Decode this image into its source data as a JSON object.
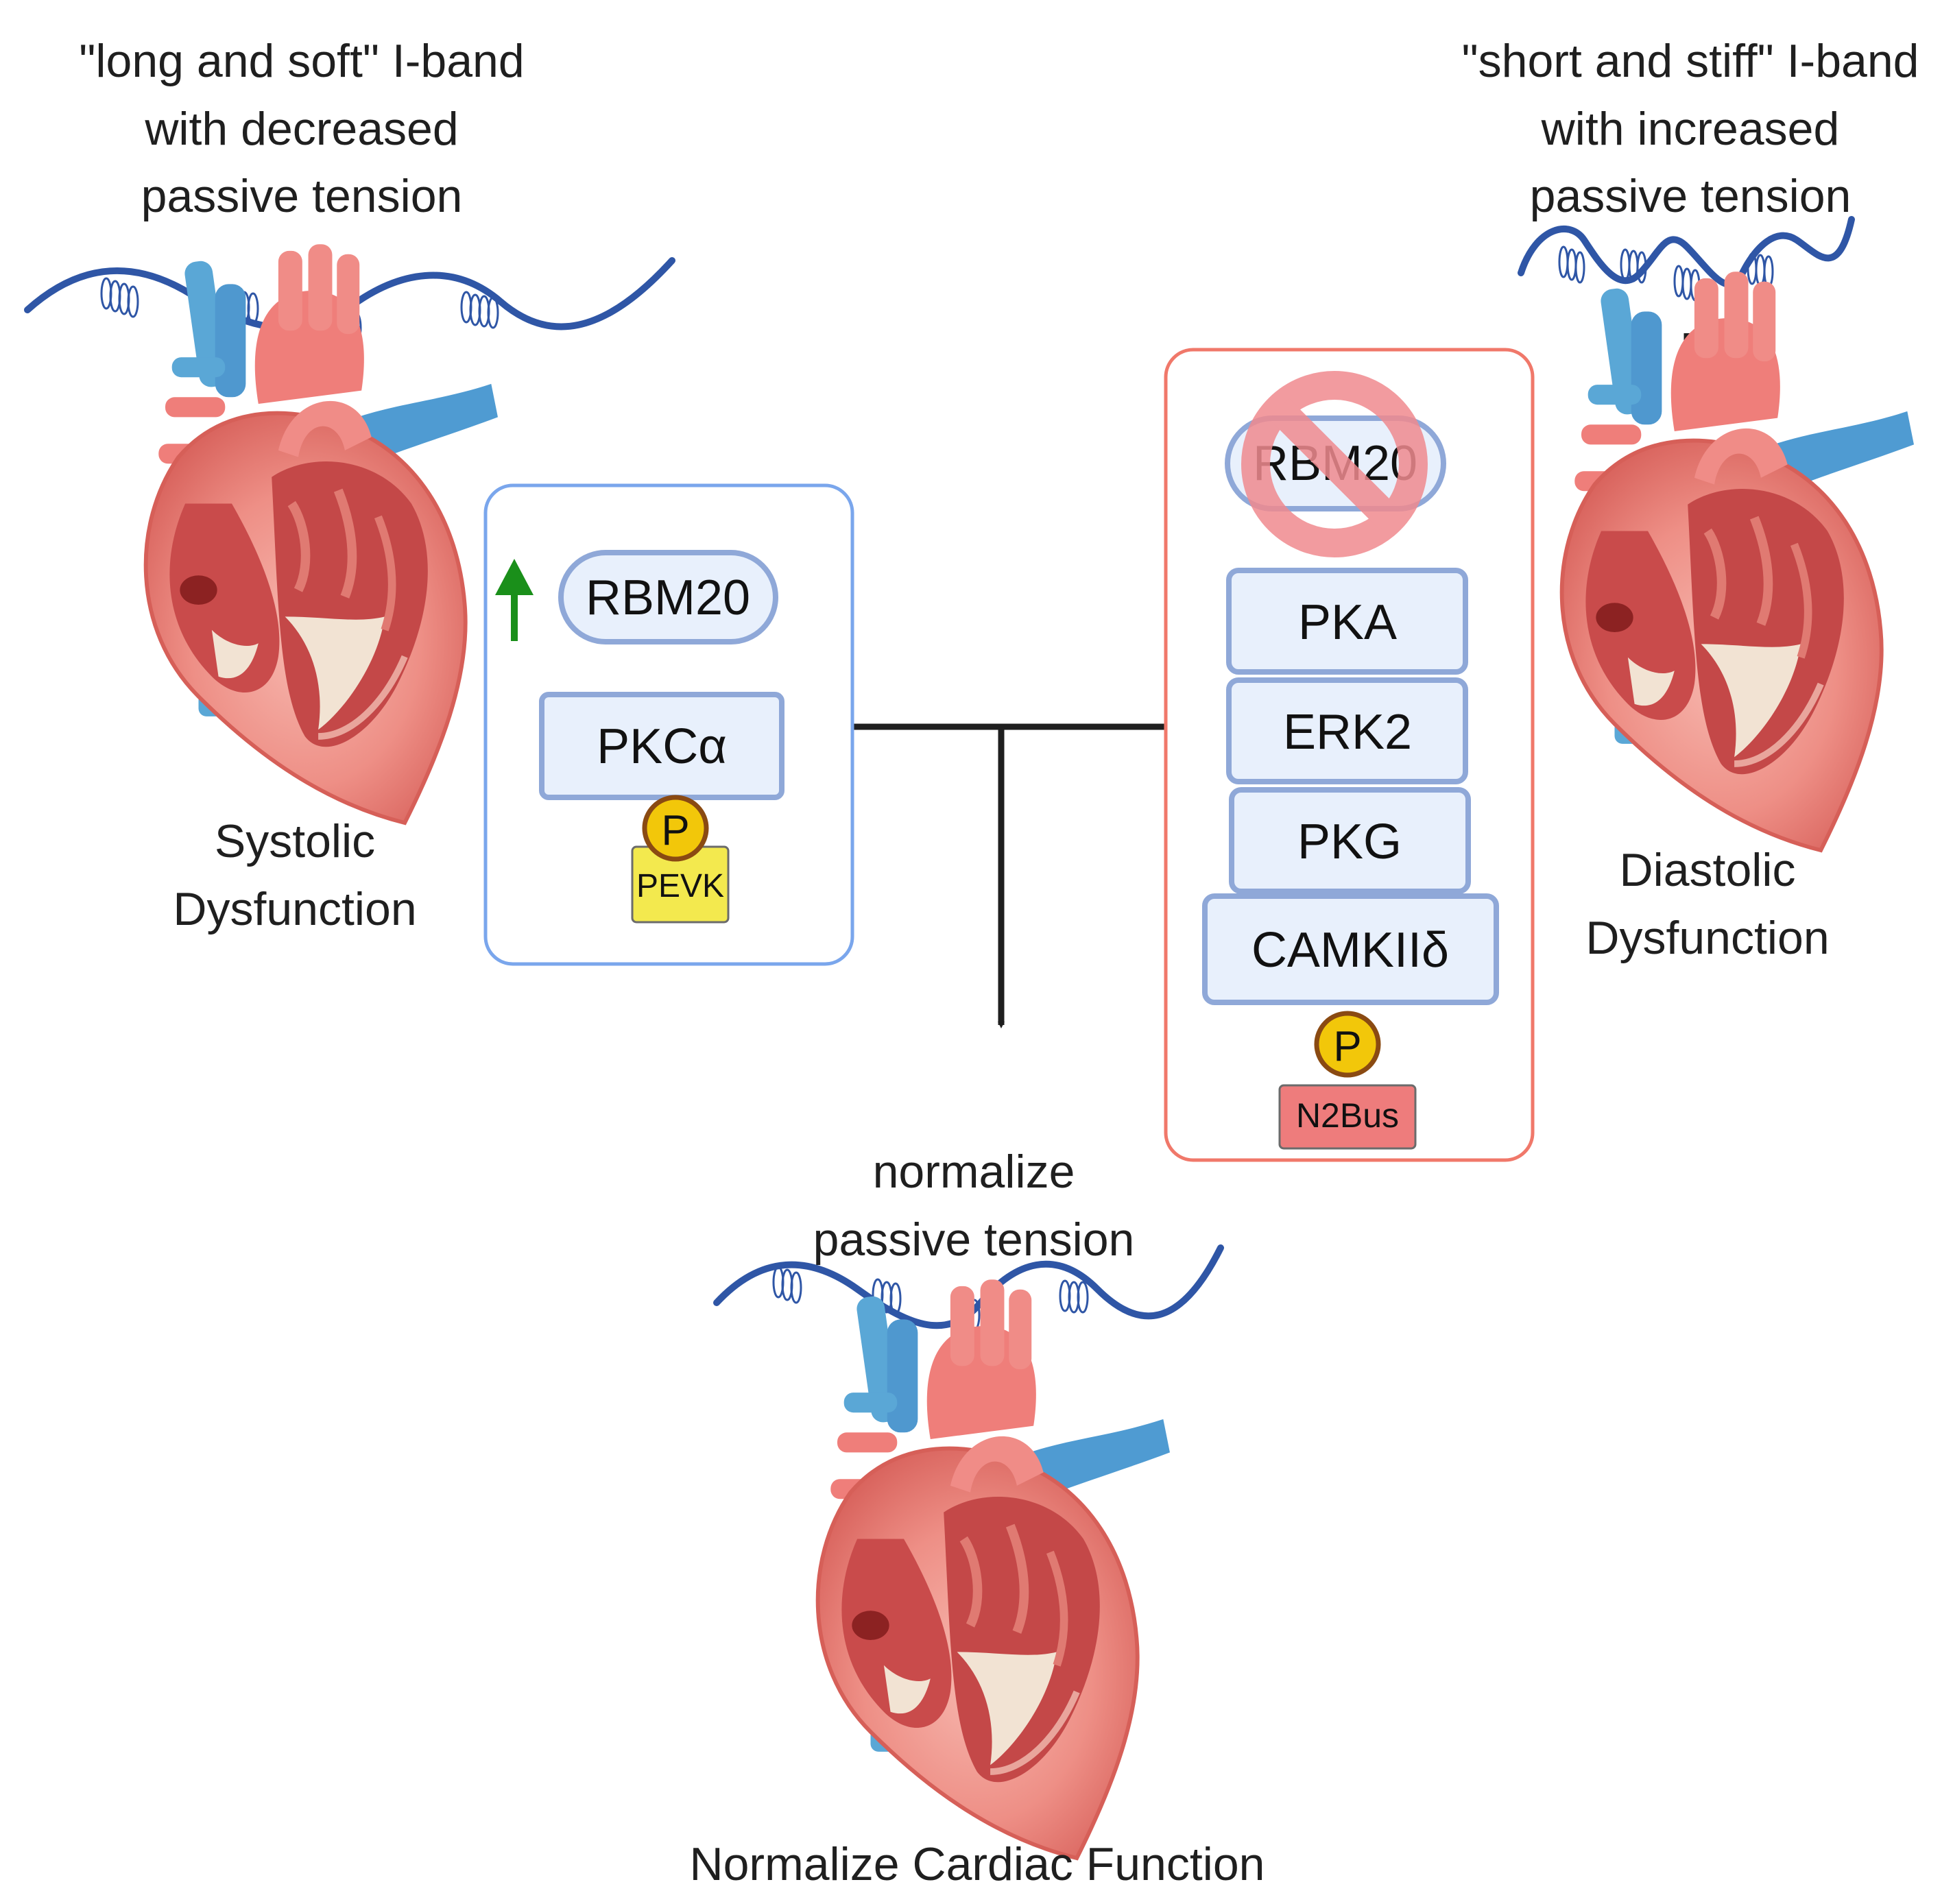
{
  "left": {
    "title": [
      "\"long and soft\" I-band",
      "with decreased",
      "passive tension"
    ],
    "caption": [
      "Systolic",
      "Dysfunction"
    ]
  },
  "right": {
    "title": [
      "\"short and stiff\" I-band",
      "with increased",
      "passive tension"
    ],
    "caption": [
      "Diastolic",
      "Dysfunction"
    ]
  },
  "center": {
    "label": [
      "normalize",
      "passive tension"
    ],
    "caption": "Normalize Cardiac Function"
  },
  "left_box": {
    "rbm20": "RBM20",
    "kinase": "PKCα",
    "phospho": "P",
    "target": "PEVK"
  },
  "right_box": {
    "rbm20": "RBM20",
    "kinases": [
      "PKA",
      "ERK2",
      "PKG",
      "CAMKIIδ"
    ],
    "phospho": "P",
    "target": "N2Bus"
  },
  "colors": {
    "left_box_border": "#7aa6ec",
    "right_box_border": "#f0786a",
    "pill_fill": "#e8f0fc",
    "pill_border": "#8fa8d8",
    "titin": "#2f56a6",
    "phospho_fill": "#f2c70a",
    "phospho_border": "#8a4a12",
    "pevk_fill": "#f3e94e",
    "n2bus_fill": "#ee7c7c",
    "up_arrow": "#1a8f1a",
    "prohibit": "#f08a8f"
  }
}
